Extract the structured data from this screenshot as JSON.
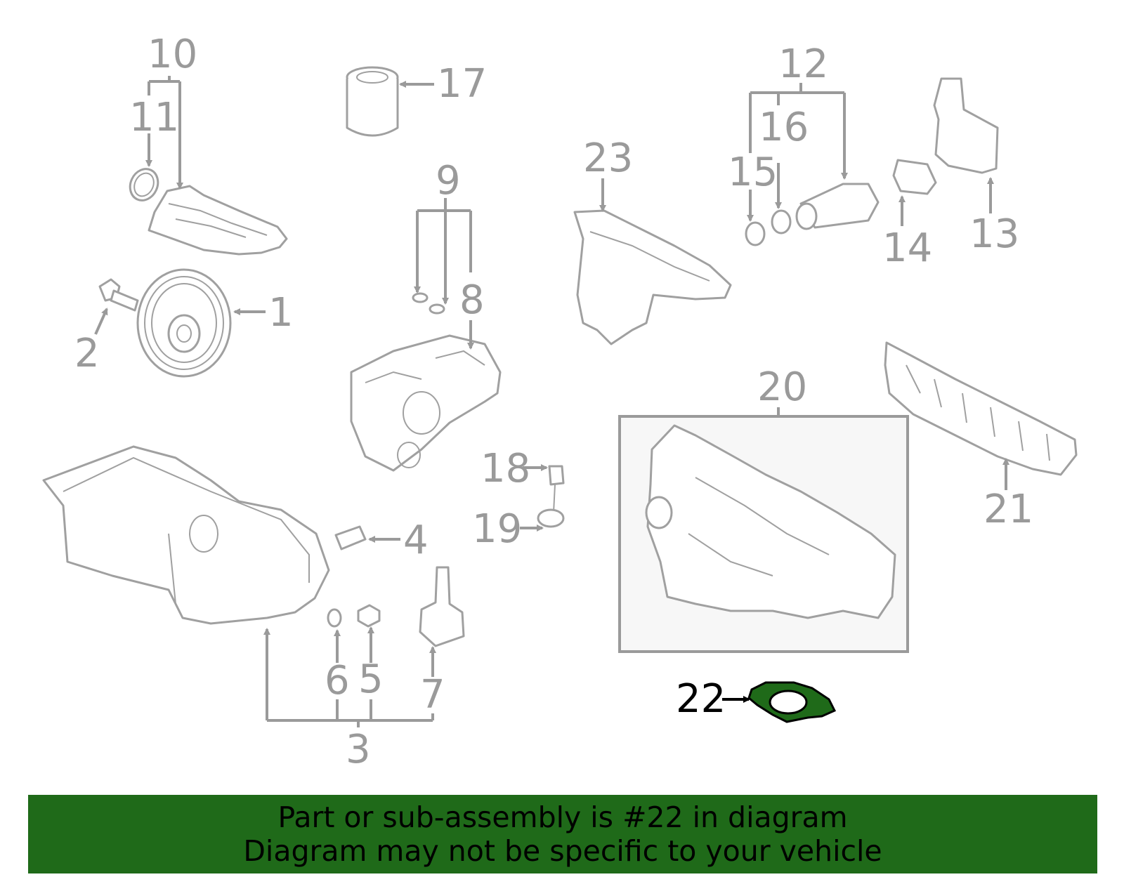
{
  "diagram": {
    "callouts": [
      {
        "id": "1",
        "text": "1"
      },
      {
        "id": "2",
        "text": "2"
      },
      {
        "id": "3",
        "text": "3"
      },
      {
        "id": "4",
        "text": "4"
      },
      {
        "id": "5",
        "text": "5"
      },
      {
        "id": "6",
        "text": "6"
      },
      {
        "id": "7",
        "text": "7"
      },
      {
        "id": "8",
        "text": "8"
      },
      {
        "id": "9",
        "text": "9"
      },
      {
        "id": "10",
        "text": "10"
      },
      {
        "id": "11",
        "text": "11"
      },
      {
        "id": "12",
        "text": "12"
      },
      {
        "id": "13",
        "text": "13"
      },
      {
        "id": "14",
        "text": "14"
      },
      {
        "id": "15",
        "text": "15"
      },
      {
        "id": "16",
        "text": "16"
      },
      {
        "id": "17",
        "text": "17"
      },
      {
        "id": "18",
        "text": "18"
      },
      {
        "id": "19",
        "text": "19"
      },
      {
        "id": "20",
        "text": "20"
      },
      {
        "id": "21",
        "text": "21"
      },
      {
        "id": "22",
        "text": "22"
      },
      {
        "id": "23",
        "text": "23"
      }
    ],
    "highlighted_part": "22",
    "colors": {
      "highlight": "#1f6a19",
      "line": "#9a9a9a",
      "text": "#000000"
    }
  },
  "banner": {
    "line1": "Part or sub-assembly is #22 in diagram",
    "line2": "Diagram may not be specific to your vehicle"
  }
}
